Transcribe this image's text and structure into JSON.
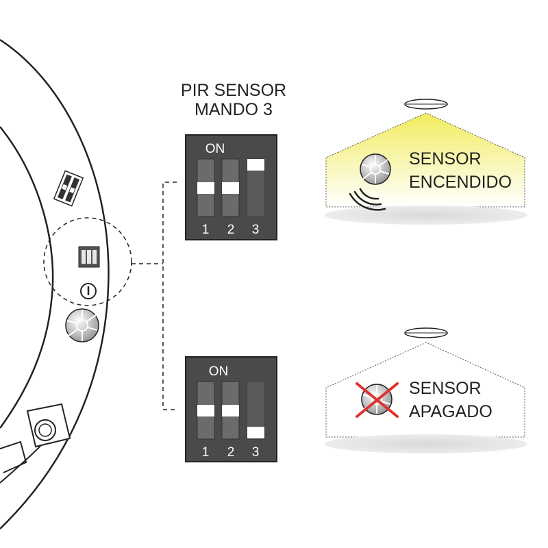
{
  "title": {
    "line1": "PIR SENSOR",
    "line2": "MANDO 3"
  },
  "dip_switch_on": {
    "on_label": "ON",
    "numbers": [
      "1",
      "2",
      "3"
    ],
    "positions": [
      "middle",
      "middle",
      "up"
    ]
  },
  "dip_switch_off": {
    "on_label": "ON",
    "numbers": [
      "1",
      "2",
      "3"
    ],
    "positions": [
      "middle",
      "middle",
      "down"
    ]
  },
  "state_on": {
    "line1": "SENSOR",
    "line2": "ENCENDIDO",
    "light_color": "#f3ef6a"
  },
  "state_off": {
    "line1": "SENSOR",
    "line2": "APAGADO",
    "cross_color": "#e0312f"
  },
  "colors": {
    "switch_body": "#4a4a4a",
    "switch_slot": "#6b6b6b",
    "switch_knob": "#ffffff",
    "outline": "#222222"
  }
}
